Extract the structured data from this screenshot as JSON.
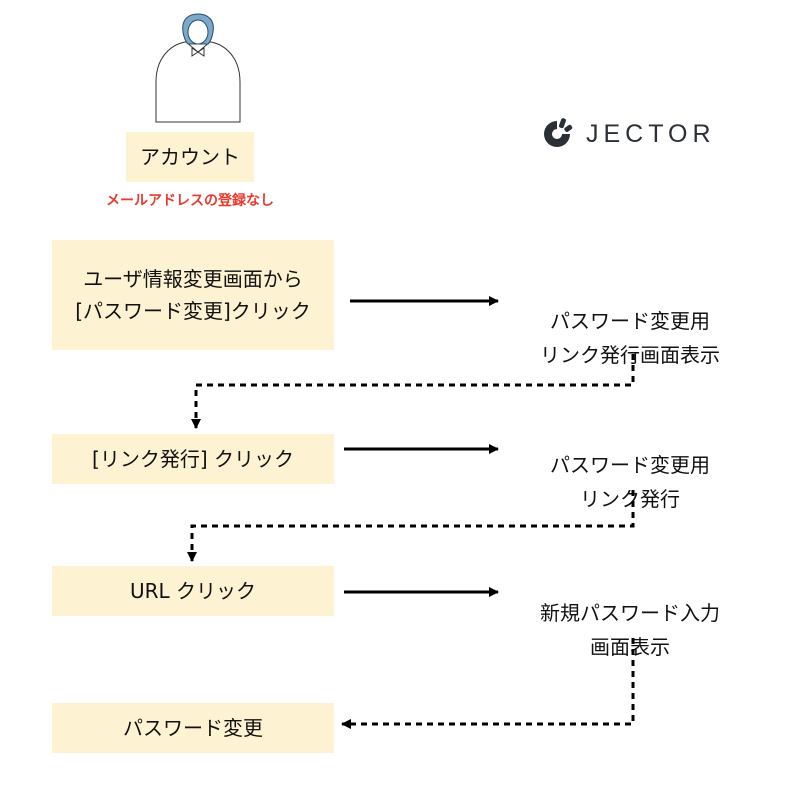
{
  "actor": {
    "name": "アカウント",
    "note": "メールアドレスの登録なし"
  },
  "brand": {
    "name": "JECTOR",
    "color": "#2b3036"
  },
  "colors": {
    "box_fill": "#fdf3d2",
    "warning": "#e8392b",
    "actor_stroke": "#333333",
    "actor_head": "#7aa9cc"
  },
  "steps": [
    {
      "action": "ユーザ情報変更画面から\n[パスワード変更]クリック",
      "result": "パスワード変更用\nリンク発行画面表示"
    },
    {
      "action": "[リンク発行] クリック",
      "result": "パスワード変更用\nリンク発行"
    },
    {
      "action": "URL クリック",
      "result": "新規パスワード入力\n画面表示"
    },
    {
      "action": "パスワード変更",
      "result": ""
    }
  ]
}
